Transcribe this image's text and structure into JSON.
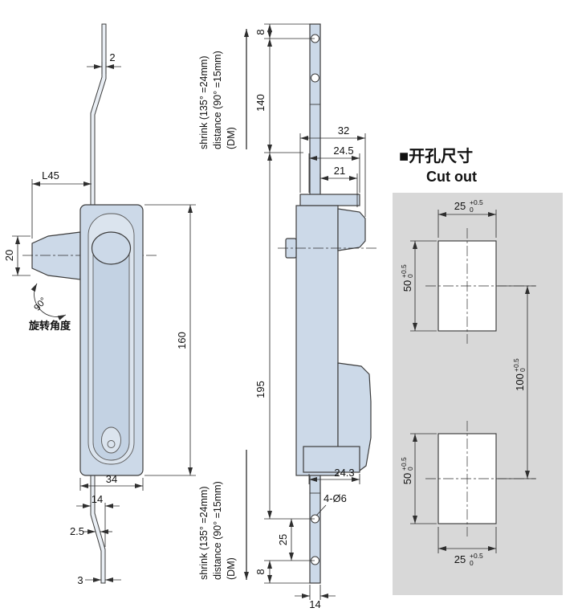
{
  "front_view": {
    "rod_width_top": "2",
    "handle_length": "L45",
    "cylinder_height": "20",
    "rotation_angle": "90°",
    "rotation_label": "旋转角度",
    "body_height": "160",
    "body_width": "34",
    "rod_offset": "14",
    "rod_thickness_mid": "2.5",
    "rod_thickness_bottom": "3"
  },
  "side_view": {
    "shrink_line1": "shrink  (135° =24mm)",
    "shrink_line2": "distance  (90° =15mm)",
    "shrink_line3": "(DM)",
    "dim_top_hole": "8",
    "dim_top_section": "140",
    "dim_cam_width": "32",
    "dim_cam_depth": "24.5",
    "dim_cam_inner": "21",
    "dim_body_section": "195",
    "dim_bottom_cam": "24.3",
    "dim_holes": "4-Ø6",
    "dim_hole_spacing": "25",
    "dim_bottom_hole": "8",
    "dim_rod_width": "14"
  },
  "cutout": {
    "title_cn": "■开孔尺寸",
    "title_en": "Cut out",
    "tol_plus": "+0.5",
    "tol_zero": "0",
    "dim_width_top": "25",
    "dim_height_top": "50",
    "dim_spacing": "100",
    "dim_height_bottom": "50",
    "dim_width_bottom": "25",
    "panel_color": "#d8d8d8",
    "part_color": "#ccd9e8"
  }
}
